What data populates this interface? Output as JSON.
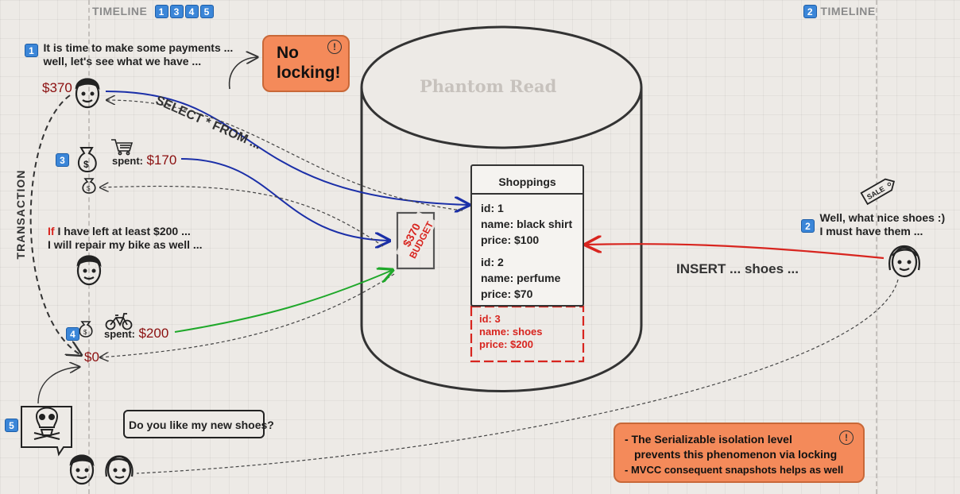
{
  "timeline_left": {
    "label": "TIMELINE",
    "badges": [
      "1",
      "3",
      "4",
      "5"
    ]
  },
  "timeline_right": {
    "label": "TIMELINE",
    "badge": "2"
  },
  "transaction_label": "TRANSACTION",
  "step1": {
    "badge": "1",
    "line1": "It is time to make some payments ...",
    "line2": "well, let's see what we have ..."
  },
  "money_start": "$370",
  "select_label": "SELECT * FROM ...",
  "no_locking": {
    "line1": "No",
    "line2": "locking!"
  },
  "step3": {
    "badge": "3",
    "spent_label": "spent:",
    "spent_value": "$170"
  },
  "if_text": {
    "if_word": "If",
    "line1_rest": " I have left at least $200 ...",
    "line2": "I will repair my bike as well ..."
  },
  "step4": {
    "badge": "4",
    "spent_label": "spent:",
    "spent_value": "$200"
  },
  "money_end": "$0",
  "step5": {
    "badge": "5"
  },
  "shoes_question": "Do you like my new shoes?",
  "db_title": "Phantom Read",
  "budget_stamp": {
    "line1": "$370",
    "line2": "BUDGET"
  },
  "table": {
    "title": "Shoppings",
    "rows": [
      {
        "id": "id: 1",
        "name": "name: black shirt",
        "price": "price: $100"
      },
      {
        "id": "id: 2",
        "name": "name: perfume",
        "price": "price: $70"
      }
    ],
    "phantom": {
      "id": "id: 3",
      "name": "name: shoes",
      "price": "price: $200"
    }
  },
  "insert_label": "INSERT ... shoes ...",
  "step2": {
    "badge": "2",
    "line1": "Well, what nice shoes :)",
    "line2": "I must have them ..."
  },
  "sale_tag": "SALE",
  "note": {
    "line1": "- The Serializable isolation level",
    "line2": "prevents this phenomenon via locking",
    "line3": "- MVCC consequent snapshots helps as well"
  },
  "colors": {
    "blue_arrow": "#1b2fa8",
    "red_arrow": "#d8251f",
    "green_arrow": "#1fa82a",
    "callout": "#f48a5a",
    "money": "#8b0f0f"
  }
}
